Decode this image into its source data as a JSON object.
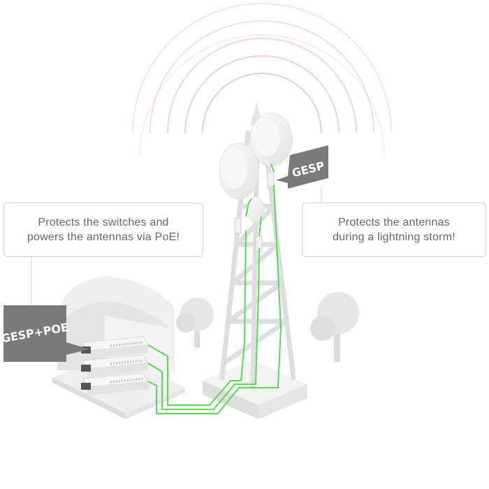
{
  "callouts": {
    "left_line1": "Protects the switches and",
    "left_line2": "powers the antennas via PoE!",
    "right_line1": "Protects the antennas",
    "right_line2": "during a lightning storm!"
  },
  "tags": {
    "switch_tag": "GESP+POE",
    "antenna_tag": "GESP"
  },
  "colors": {
    "cable_green": "#5fd35a",
    "signal_pink": "#f0c6e6",
    "tag_gray": "#7a7a7a",
    "structure_gray": "#e9e9e9"
  }
}
